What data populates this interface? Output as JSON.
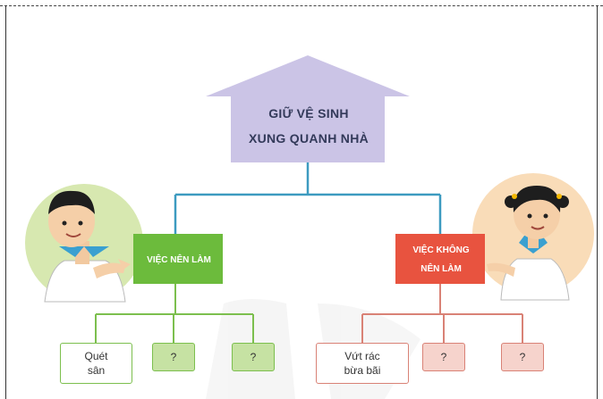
{
  "title": {
    "line1": "GIỮ VỆ SINH",
    "line2": "XUNG QUANH NHÀ"
  },
  "branches": {
    "should": {
      "label": "VIỆC NÊN LÀM",
      "color": "#6cbb3c",
      "items": [
        {
          "line1": "Quét",
          "line2": "sân"
        },
        {
          "line1": "?",
          "line2": ""
        },
        {
          "line1": "?",
          "line2": ""
        }
      ]
    },
    "should_not": {
      "label_line1": "VIỆC KHÔNG",
      "label_line2": "NÊN LÀM",
      "color": "#e8533f",
      "items": [
        {
          "line1": "Vứt rác",
          "line2": "bừa bãi"
        },
        {
          "line1": "?",
          "line2": ""
        },
        {
          "line1": "?",
          "line2": ""
        }
      ]
    }
  },
  "colors": {
    "house": "#cbc4e6",
    "connector": "#3d9bc0",
    "green_line": "#7cbf4e",
    "red_line": "#d98276"
  }
}
